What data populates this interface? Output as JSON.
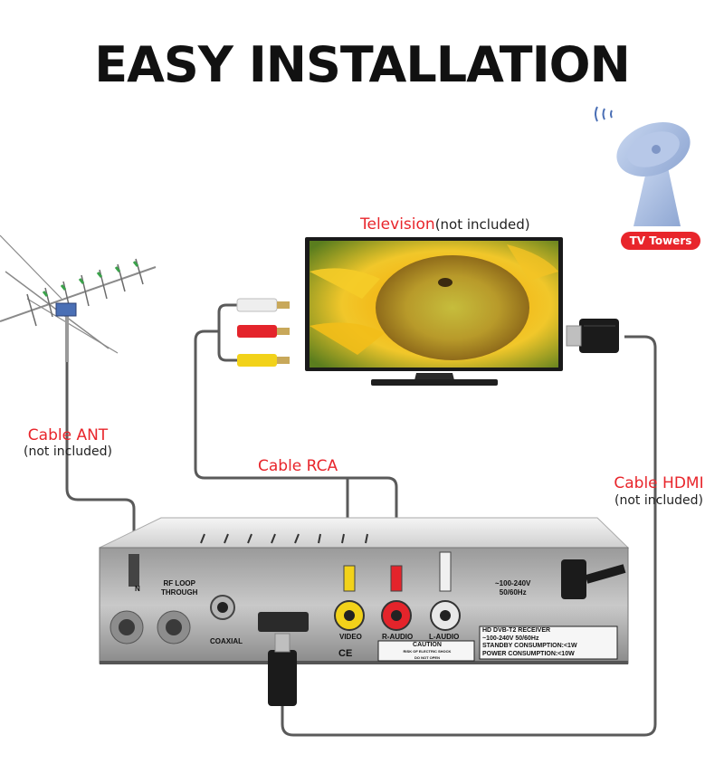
{
  "title": "EASY INSTALLATION",
  "television": {
    "label": "Television",
    "note": "(not included)"
  },
  "tv_towers": {
    "label": "TV Towers"
  },
  "cable_ant": {
    "label": "Cable ANT",
    "note": "(not included)"
  },
  "cable_rca": {
    "label": "Cable RCA"
  },
  "cable_hdmi": {
    "label": "Cable HDMI",
    "note": "(not included)"
  },
  "receiver": {
    "port_ant": "N",
    "port_rf_loop": "RF LOOP\nTHROUGH",
    "port_coaxial": "COAXIAL",
    "port_video": "VIDEO",
    "port_r_audio": "R-AUDIO",
    "port_l_audio": "L-AUDIO",
    "power_rating": "~100-240V\n50/60Hz",
    "label_lines": [
      "HD DVB-T2 RECEIVER",
      "~100-240V 50/60Hz",
      "STANDBY CONSUMPTION:<1W",
      "POWER CONSUMPTION:<10W"
    ],
    "caution_title": "CAUTION",
    "caution_line1": "RISK OF ELECTRIC SHOCK",
    "caution_line2": "DO NOT OPEN",
    "cert_marks": "CE"
  },
  "colors": {
    "accent_red": "#e8252b",
    "rca_white": "#eeeeee",
    "rca_red": "#e4242b",
    "rca_yellow": "#f2d21a",
    "cable_grey": "#555555",
    "tower_blue": "#a9bde0"
  }
}
